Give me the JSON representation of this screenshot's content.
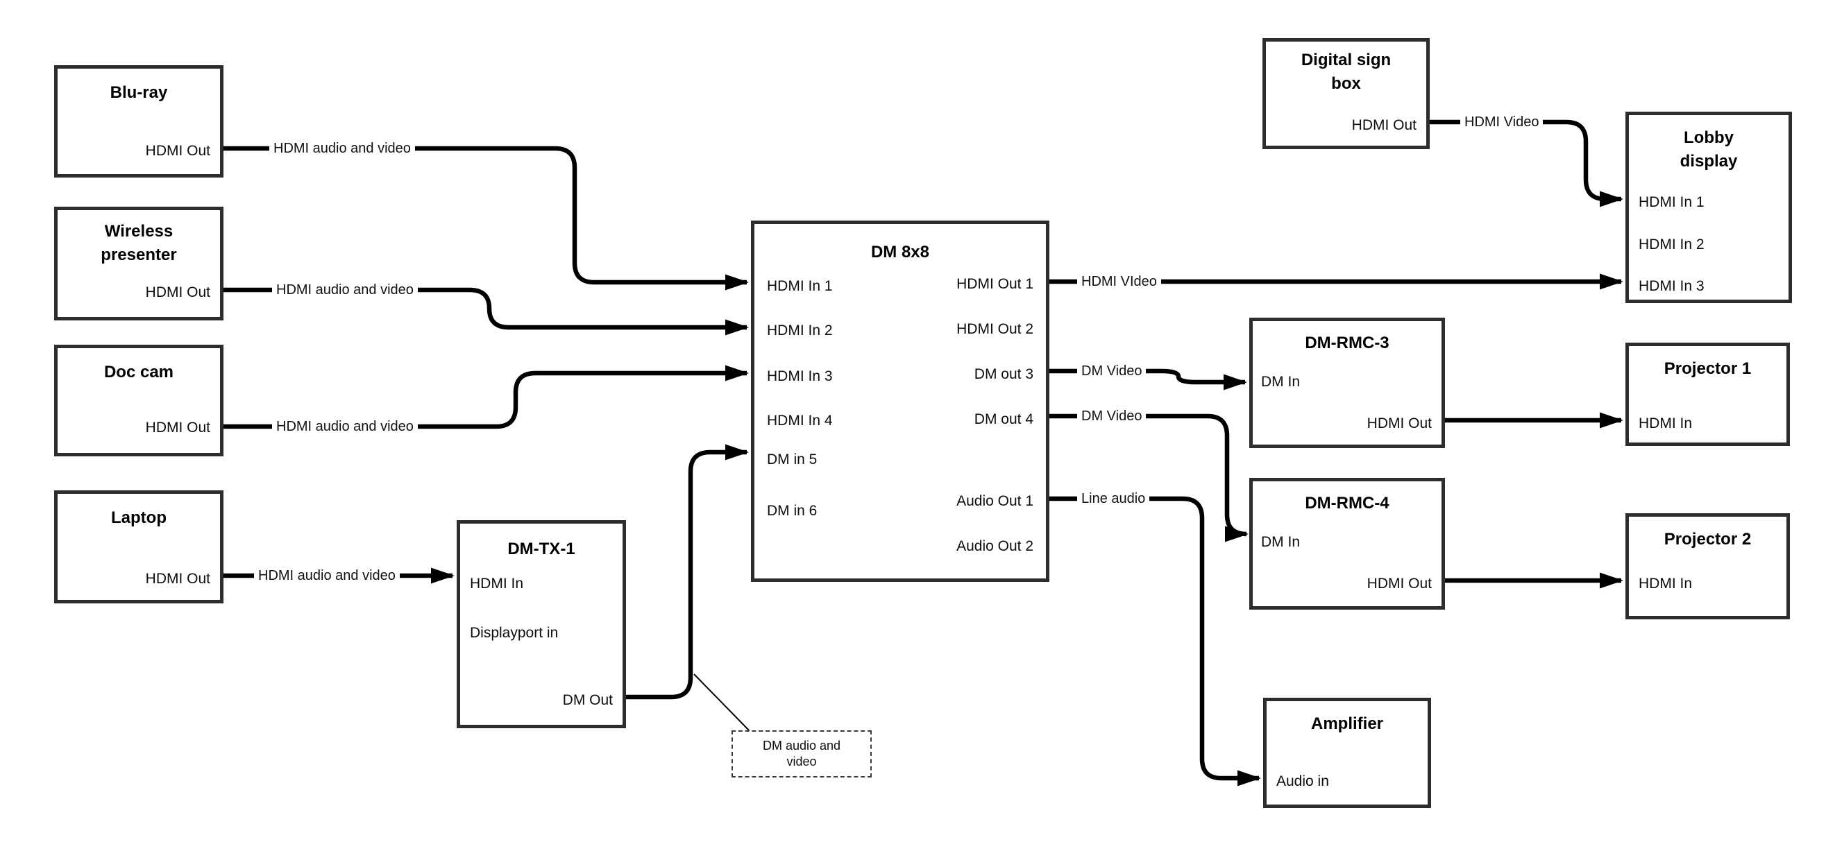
{
  "diagram_title": "DM AV matrix signal-flow diagram",
  "colors": {
    "background": "#ffffff",
    "box_border": "#2d2d2d",
    "wire": "#000000",
    "text": "#0d0d0d"
  },
  "nodes": {
    "bluray": {
      "title": "Blu-ray",
      "hdmi_out": "HDMI Out"
    },
    "wireless": {
      "title": "Wireless presenter",
      "hdmi_out": "HDMI Out"
    },
    "doccam": {
      "title": "Doc cam",
      "hdmi_out": "HDMI Out"
    },
    "laptop": {
      "title": "Laptop",
      "hdmi_out": "HDMI Out"
    },
    "dmtx1": {
      "title": "DM-TX-1",
      "hdmi_in": "HDMI In",
      "dp_in": "Displayport in",
      "dm_out": "DM Out"
    },
    "dm8x8": {
      "title": "DM 8x8",
      "in1": "HDMI In 1",
      "in2": "HDMI In 2",
      "in3": "HDMI In 3",
      "in4": "HDMI In 4",
      "in5": "DM in 5",
      "in6": "DM in 6",
      "out1": "HDMI Out 1",
      "out2": "HDMI Out 2",
      "out3": "DM out 3",
      "out4": "DM out 4",
      "aout1": "Audio Out 1",
      "aout2": "Audio Out 2"
    },
    "digitalsign": {
      "title": "Digital sign box",
      "hdmi_out": "HDMI Out"
    },
    "lobby": {
      "title": "Lobby display",
      "in1": "HDMI In 1",
      "in2": "HDMI In 2",
      "in3": "HDMI In 3"
    },
    "dmrmc3": {
      "title": "DM-RMC-3",
      "dm_in": "DM In",
      "hdmi_out": "HDMI Out"
    },
    "proj1": {
      "title": "Projector 1",
      "hdmi_in": "HDMI In"
    },
    "dmrmc4": {
      "title": "DM-RMC-4",
      "dm_in": "DM In",
      "hdmi_out": "HDMI Out"
    },
    "proj2": {
      "title": "Projector 2",
      "hdmi_in": "HDMI In"
    },
    "amplifier": {
      "title": "Amplifier",
      "audio_in": "Audio in"
    }
  },
  "edge_labels": {
    "bluray_dm": "HDMI audio and video",
    "wireless_dm": "HDMI audio and video",
    "doccam_dm": "HDMI audio and video",
    "laptop_tx": "HDMI audio and video",
    "out1_lobby": "HDMI VIdeo",
    "out3_rmc3": "DM Video",
    "out4_rmc4": "DM Video",
    "audio1_amp": "Line audio",
    "sign_lobby": "HDMI Video",
    "dm_av_note": "DM audio and video"
  }
}
